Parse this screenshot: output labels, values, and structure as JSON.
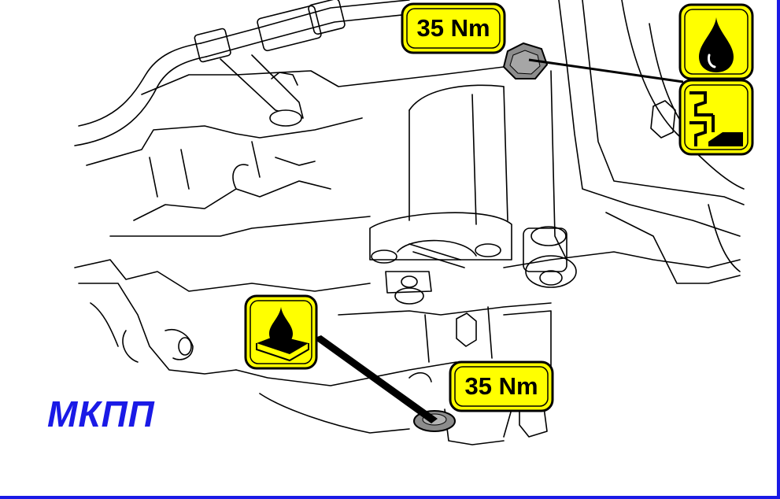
{
  "diagram": {
    "caption": "МКПП",
    "caption_color": "#1a1ae6",
    "callouts": [
      {
        "label": "35 Nm",
        "meaning": "filler plug torque"
      },
      {
        "label": "35 Nm",
        "meaning": "drain plug torque"
      }
    ],
    "symbols": [
      {
        "icon": "oil-drop-icon"
      },
      {
        "icon": "oil-level-icon"
      },
      {
        "icon": "oil-drain-icon"
      }
    ],
    "colors": {
      "label_fill": "#ffff00",
      "frame": "#1a1ae6",
      "line_art": "#000000"
    }
  }
}
